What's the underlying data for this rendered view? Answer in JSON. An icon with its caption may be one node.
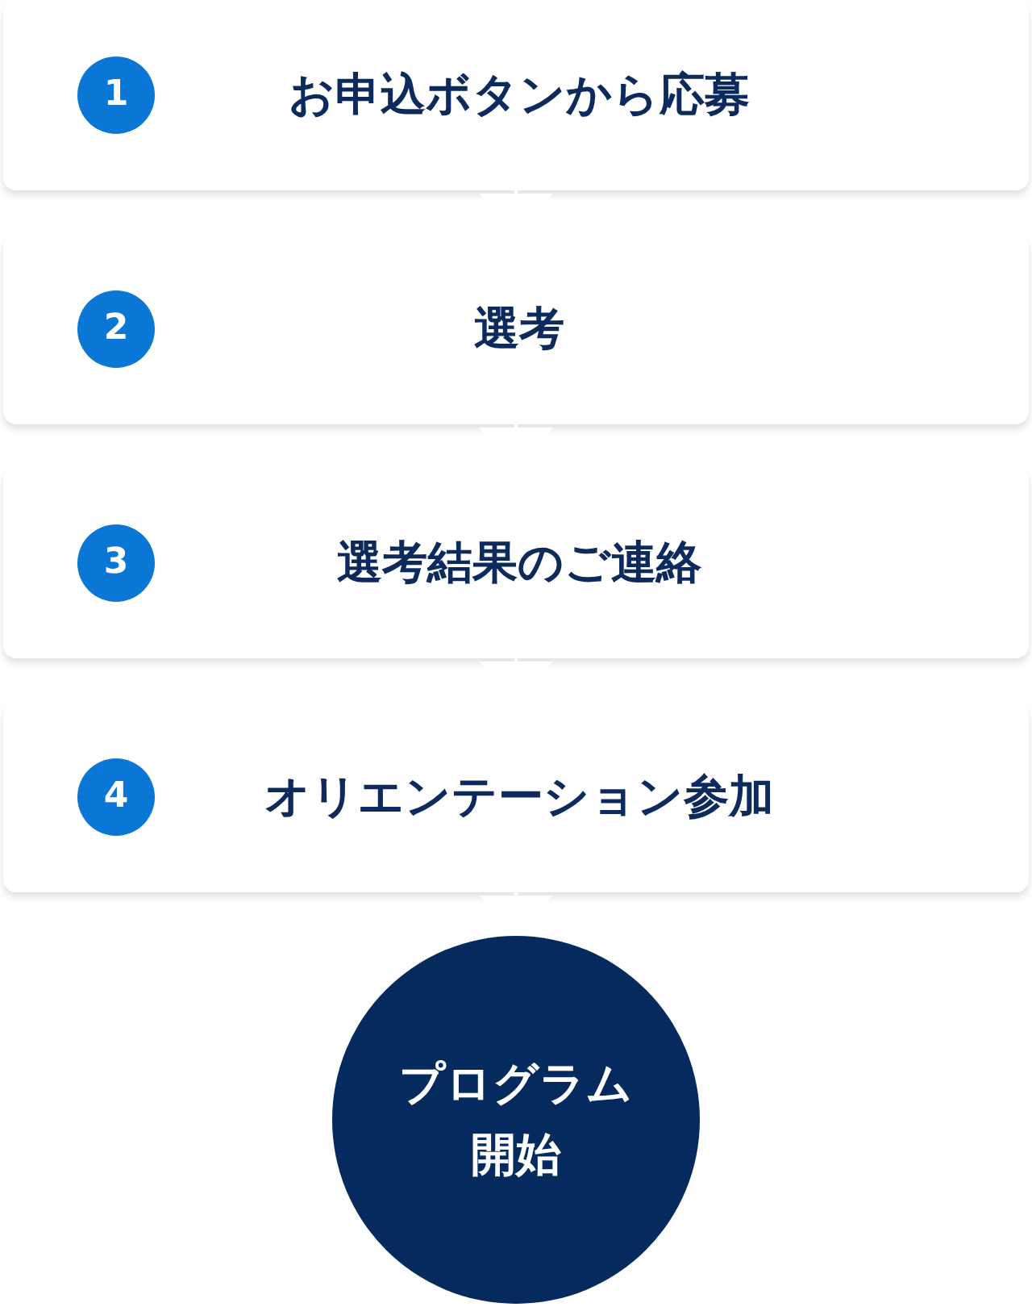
{
  "diagram": {
    "nodes": [
      {
        "text": [
          "1",
          "お申込ボタンから応募"
        ]
      },
      {
        "text": [
          "2",
          "選考"
        ]
      },
      {
        "text": [
          "3",
          "選考結果のご連絡"
        ]
      },
      {
        "text": [
          "4",
          "オリエンテーション参加"
        ]
      },
      {
        "text": [
          "プログラム開始"
        ]
      }
    ],
    "edges": [
      {
        "from": 0,
        "to": 1,
        "arrow": "to"
      },
      {
        "from": 1,
        "to": 2,
        "arrow": "to"
      },
      {
        "from": 2,
        "to": 3,
        "arrow": "to"
      },
      {
        "from": 3,
        "to": 4,
        "arrow": "to"
      }
    ]
  }
}
